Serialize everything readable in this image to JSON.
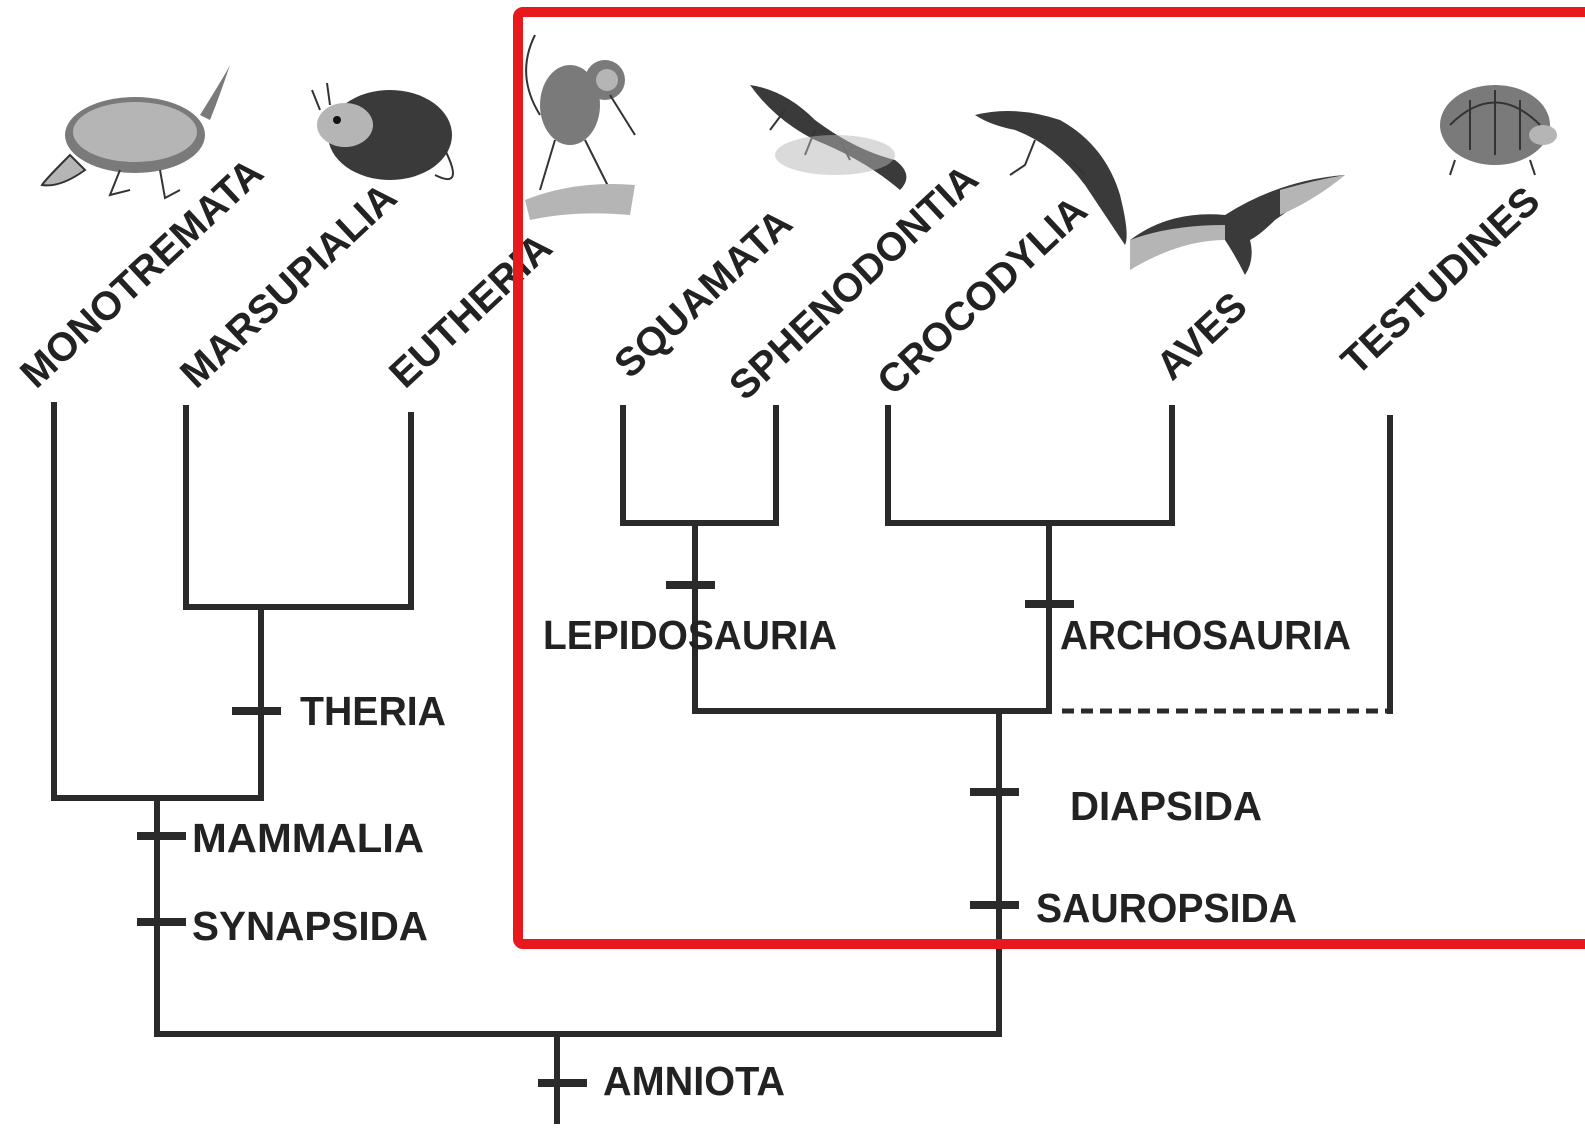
{
  "taxa": {
    "monotremata": "MONOTREMATA",
    "marsupialia": "MARSUPIALIA",
    "eutheria": "EUTHERIA",
    "squamata": "SQUAMATA",
    "sphenodontia": "SPHENODONTIA",
    "crocodylia": "CROCODYLIA",
    "aves": "AVES",
    "testudines": "TESTUDINES"
  },
  "clades": {
    "theria": "THERIA",
    "mammalia": "MAMMALIA",
    "synapsida": "SYNAPSIDA",
    "lepidosauria": "LEPIDOSAURIA",
    "archosauria": "ARCHOSAURIA",
    "diapsida": "DIAPSIDA",
    "sauropsida": "SAUROPSIDA",
    "amniota": "AMNIOTA"
  },
  "illustrations": {
    "monotremata": "platypus-icon",
    "marsupialia": "opossum-icon",
    "eutheria": "monkey-icon",
    "squamata": "lizard-icon",
    "crocodylia": "crocodile-icon",
    "aves": "vulture-icon",
    "testudines": "tortoise-icon"
  },
  "colors": {
    "tree_line": "#2a2a2a",
    "highlight_box": "#e8191c"
  }
}
